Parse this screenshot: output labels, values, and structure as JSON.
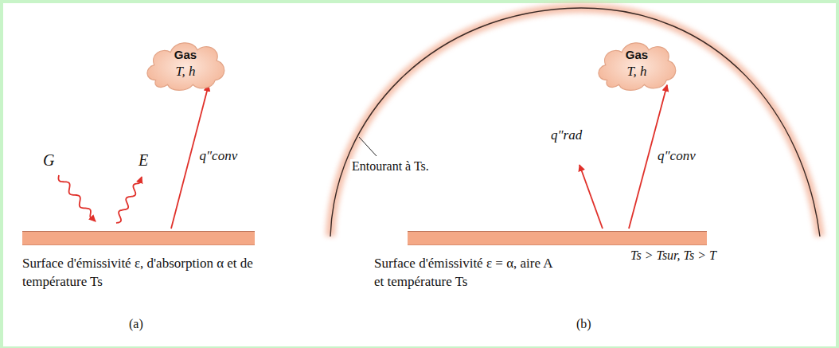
{
  "diagram": {
    "nodes": [
      {
        "text": [
          "Gas",
          "T, h"
        ]
      },
      {
        "text": [
          "Surface d'émissivité ε, d'absorption α et de température Ts"
        ]
      },
      {
        "text": [
          "Gas",
          "T, h"
        ]
      },
      {
        "text": [
          "Surface d'émissivité ε = α, aire A et température Ts"
        ]
      }
    ],
    "edges": [
      {
        "from": 1,
        "to": 0,
        "arrow": "to",
        "label": "q″conv"
      },
      {
        "from": 3,
        "to": 2,
        "arrow": "to",
        "label": "q″conv"
      }
    ],
    "labels": [
      "G",
      "E",
      "(a)",
      "Entourant à Ts.",
      "q″rad",
      "Ts > Tsur, Ts > T",
      "(b)"
    ]
  }
}
